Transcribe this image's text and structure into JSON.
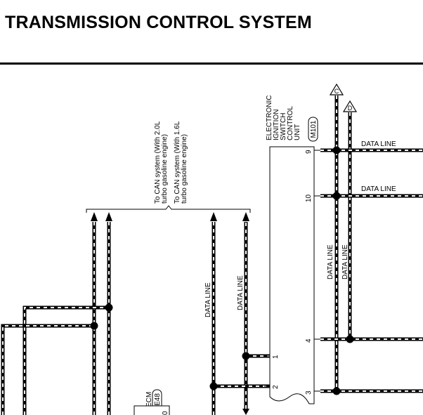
{
  "page": {
    "title": "TRANSMISSION CONTROL SYSTEM"
  },
  "colors": {
    "line": "#000000",
    "dash": "#ffffff",
    "background": "#ffffff"
  },
  "notes": {
    "can_20": "To CAN system (With 2.0L",
    "can_20_b": "turbo gasoline engine)",
    "can_16": "To CAN system (With 1.6L",
    "can_16_b": "turbo gasoline engine)"
  },
  "unit_ignition": {
    "lines": [
      "ELECTRONIC",
      "IGNITION",
      "SWITCH",
      "CONTROL",
      "UNIT"
    ],
    "connector": "M101",
    "pins": [
      "9",
      "10",
      "4",
      "3",
      "1",
      "2"
    ]
  },
  "unit_ecm": {
    "label": "ECM",
    "connector": "E48",
    "pin": "0"
  },
  "data_line_label": "DATA LINE",
  "connectors": {
    "c": "C",
    "d": "D"
  }
}
